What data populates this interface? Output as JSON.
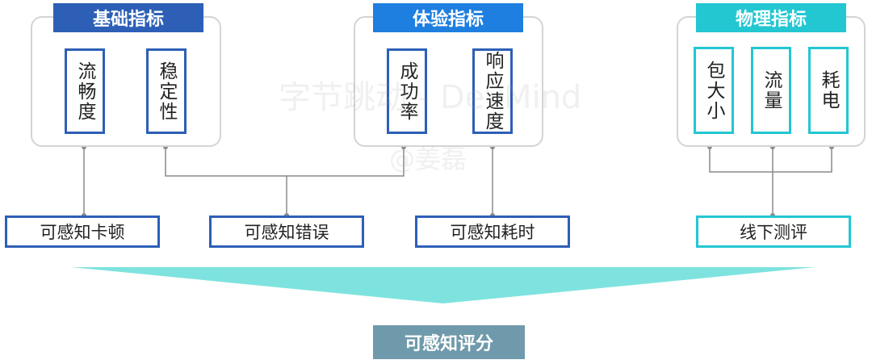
{
  "groups": [
    {
      "title": "基础指标",
      "color": "#2d5fb6",
      "metrics": [
        "流畅度",
        "稳定性"
      ]
    },
    {
      "title": "体验指标",
      "color": "#1f7fe0",
      "metrics": [
        "成功率",
        "响应速度"
      ]
    },
    {
      "title": "物理指标",
      "color": "#22c7d2",
      "metrics": [
        "包大小",
        "流量",
        "耗电"
      ]
    }
  ],
  "outcomes": [
    "可感知卡顿",
    "可感知错误",
    "可感知耗时",
    "线下测评"
  ],
  "final": "可感知评分",
  "watermark": {
    "line1": "字节跳动 - DevMind",
    "line2": "@姜磊"
  },
  "colors": {
    "blue": "#2d5fb6",
    "cyan": "#22c7d2",
    "funnel": "#7ee3de",
    "final_bg": "#6f9aab",
    "connector": "#8a8a8a"
  }
}
